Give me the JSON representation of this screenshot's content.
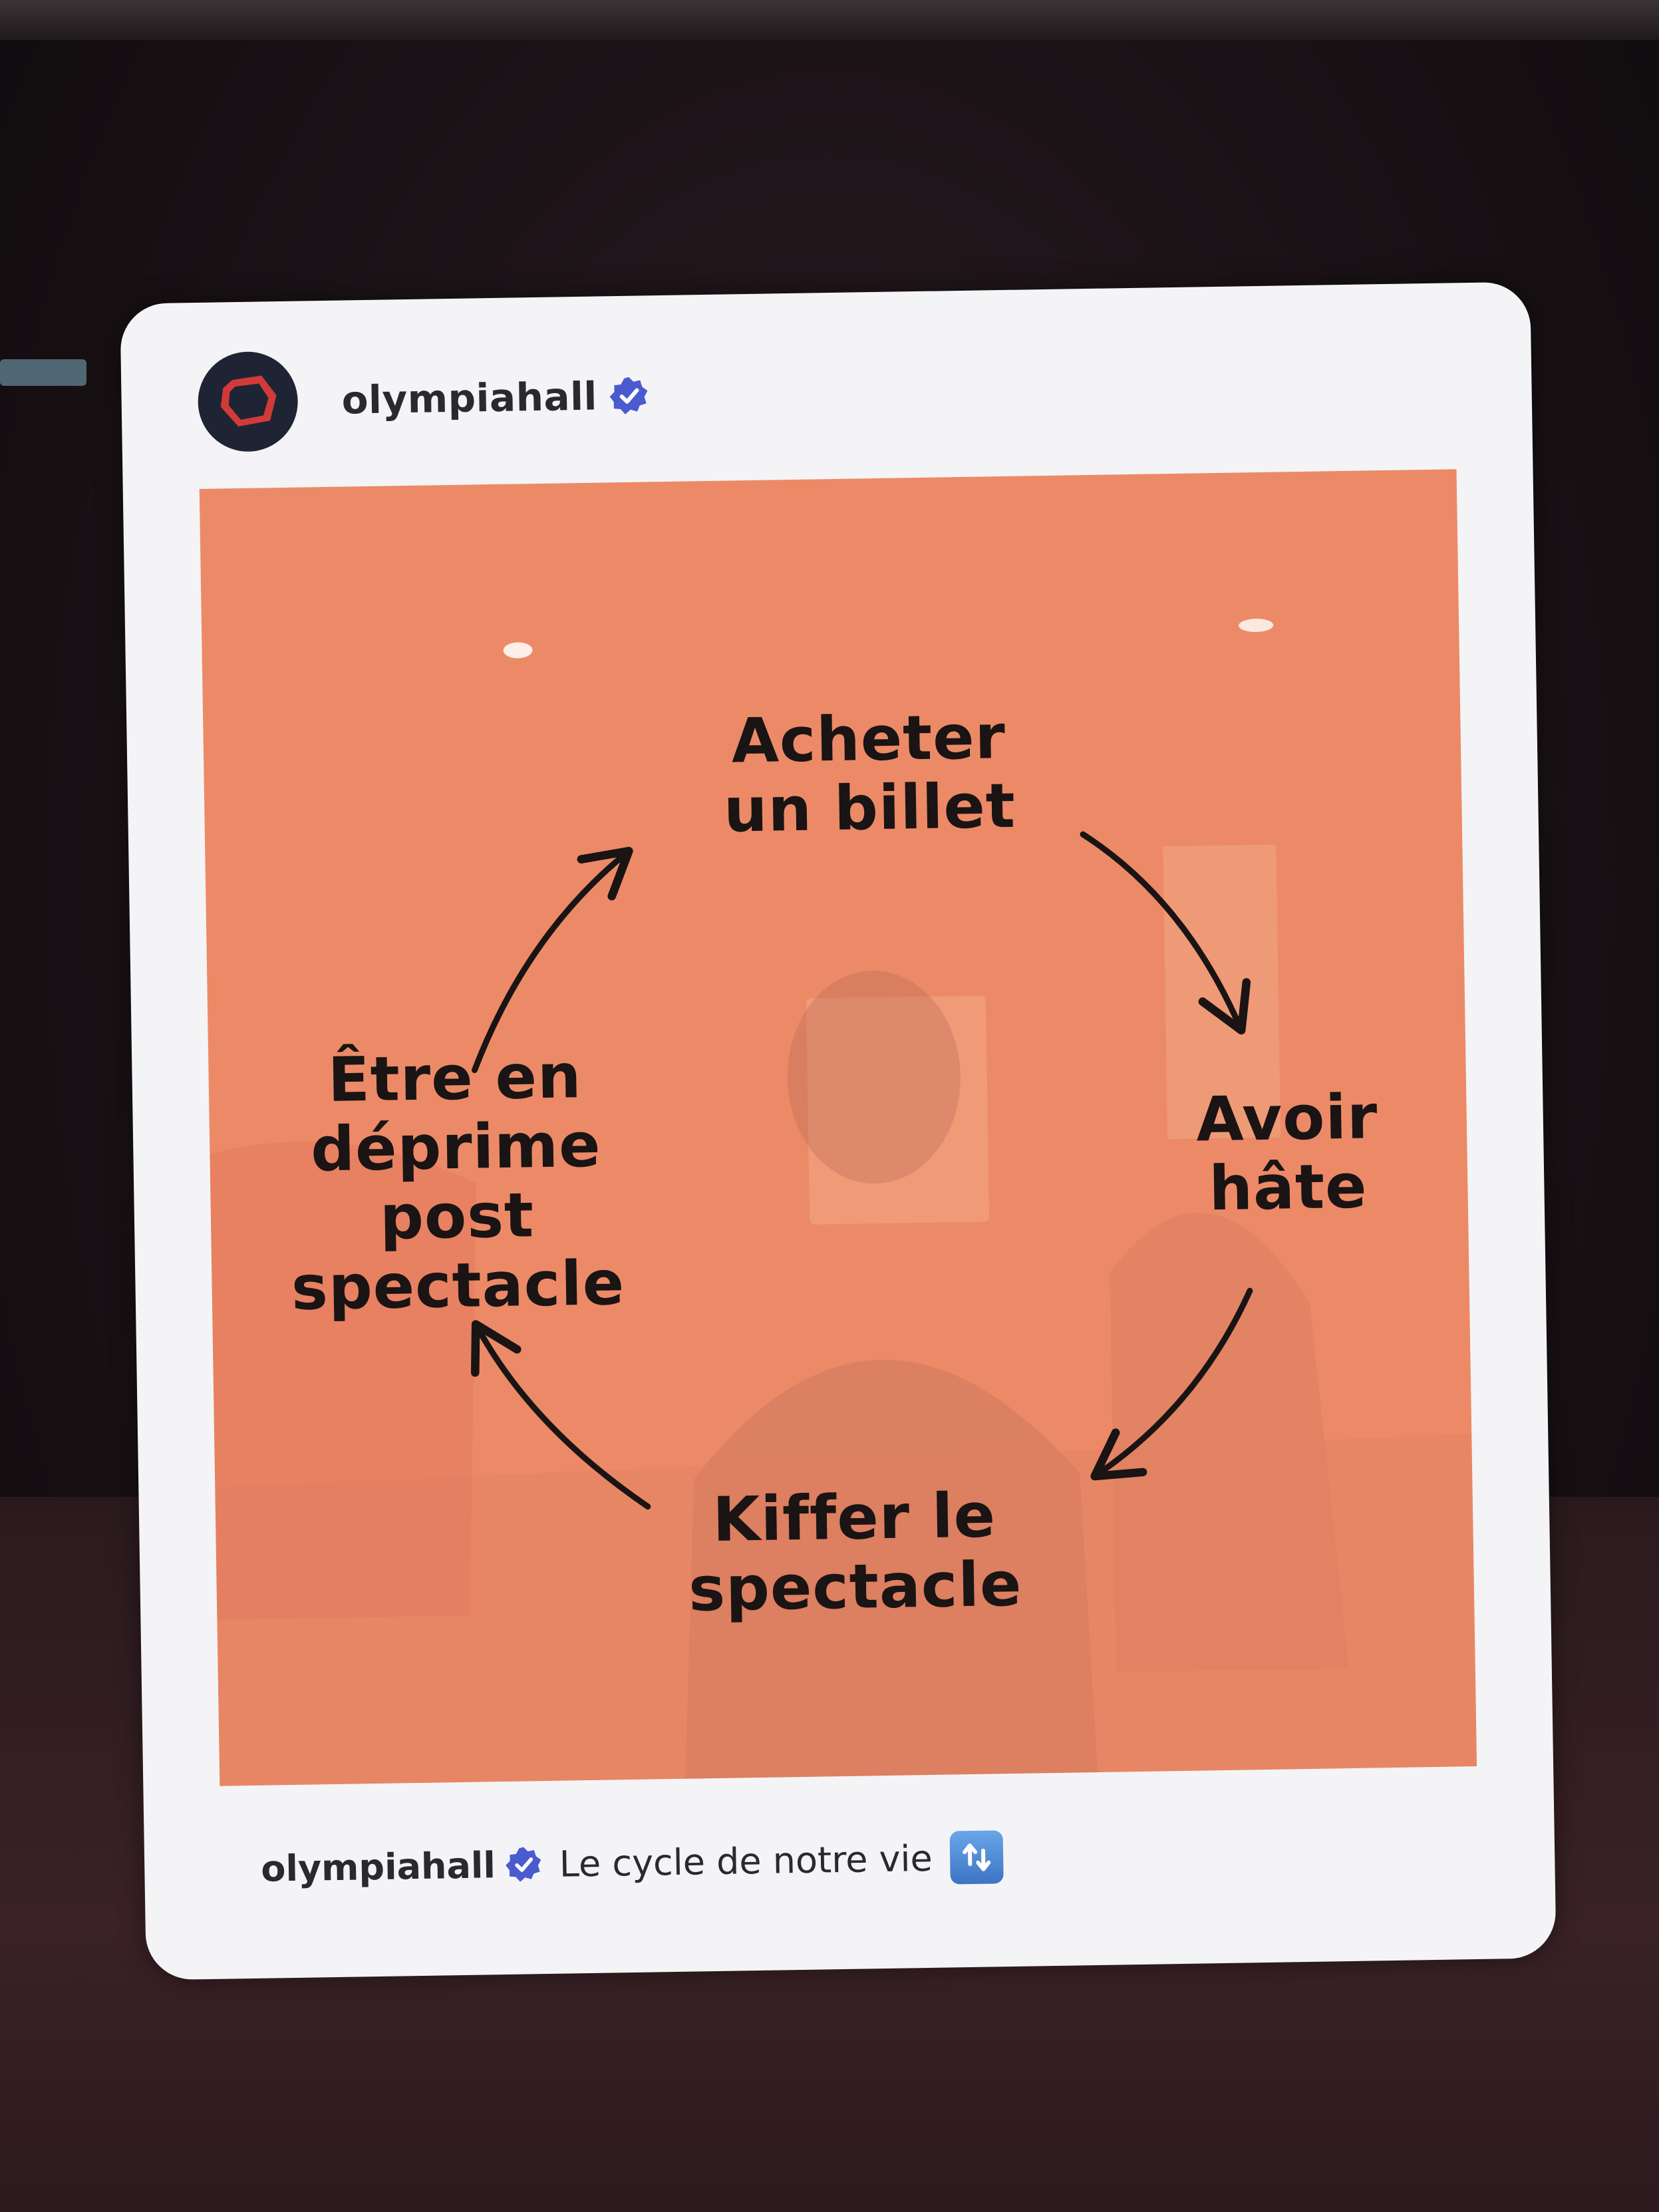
{
  "post": {
    "username": "olympiahall",
    "verified_icon": "verified-badge-icon",
    "avatar_icon": "olympia-hexagon-logo"
  },
  "cycle": {
    "step_top": [
      "Acheter",
      "un billet"
    ],
    "step_right": [
      "Avoir",
      "hâte"
    ],
    "step_bottom": [
      "Kiffer le",
      "spectacle"
    ],
    "step_left": [
      "Être en",
      "déprime",
      "post",
      "spectacle"
    ]
  },
  "caption": {
    "username": "olympiahall",
    "text": "Le cycle de notre vie",
    "emoji": "repeat-button-icon"
  },
  "colors": {
    "panel": "#ec8a67",
    "card": "#f4f4f6",
    "text": "#1a1414",
    "avatar_bg": "#1e2433",
    "logo_red": "#d23a3a",
    "badge_blue": "#4a5bd0"
  }
}
